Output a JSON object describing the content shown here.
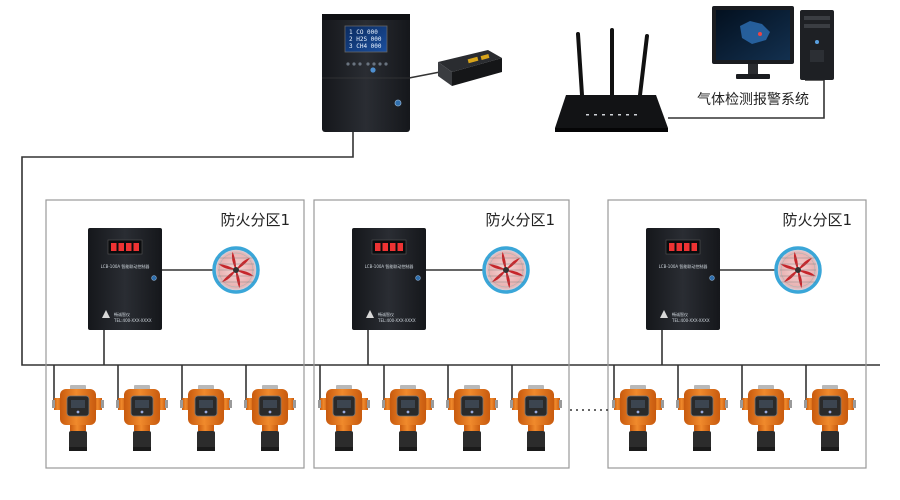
{
  "system": {
    "software_label": "气体检测报警系统"
  },
  "zones": [
    {
      "label": "防火分区1",
      "detector_count": 4
    },
    {
      "label": "防火分区1",
      "detector_count": 4
    },
    {
      "label": "防火分区1",
      "detector_count": 4
    }
  ],
  "controller_panel": {
    "model_text": "LCB-100A 智能联动控制器",
    "brand_text": "畅诚智仪",
    "phone_text": "TEL:400-XXX-XXXX"
  },
  "colors": {
    "line": "#333333",
    "zone_border": "#9a9a9a",
    "detector_orange": "#e8731a",
    "cabinet": "#1d1f24",
    "fan_ring": "#3aa6d8",
    "fan_blade": "#c6262b"
  }
}
